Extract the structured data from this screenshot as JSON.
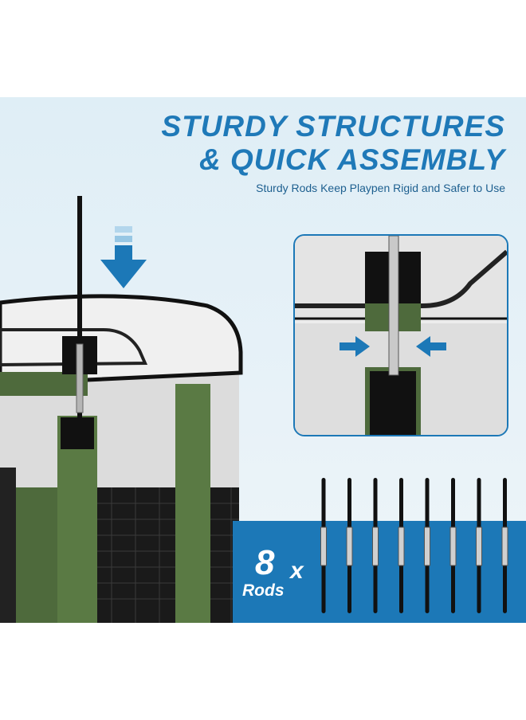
{
  "headline": {
    "line1": "STURDY STRUCTURES",
    "line2": "& QUICK ASSEMBLY",
    "subtitle": "Sturdy Rods Keep Playpen Rigid and Safer to Use"
  },
  "callout": {
    "count": "8",
    "multiplier": "x",
    "unit": "Rods"
  },
  "rods": {
    "quantity": 8
  },
  "colors": {
    "brand_blue": "#1c78b7",
    "fabric_green": "#4e6a3c",
    "mesh_white": "#e6e6e6",
    "background": "#e3f0f7"
  },
  "icons": [
    "arrow-down-icon",
    "arrow-right-icon",
    "arrow-left-icon"
  ]
}
